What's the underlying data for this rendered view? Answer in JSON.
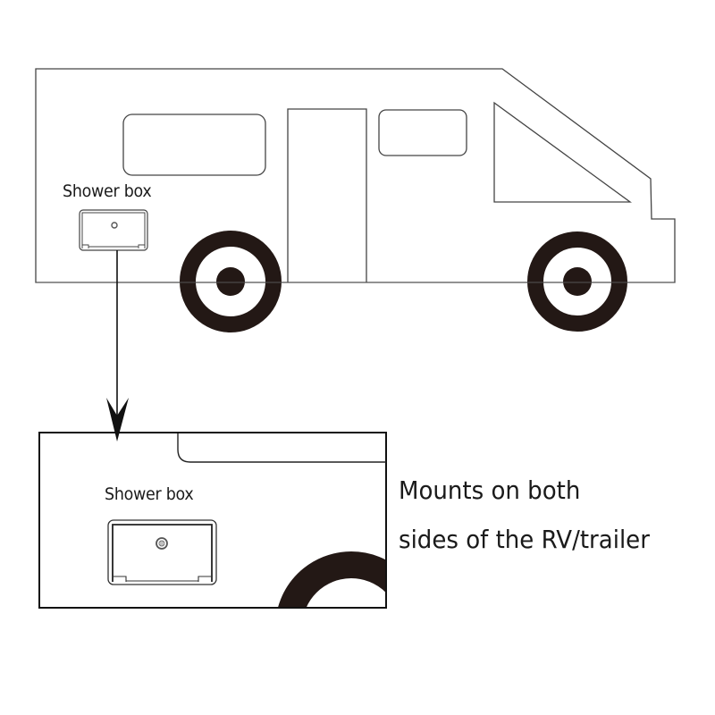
{
  "rv_label": "Shower box",
  "detail_label": "Shower box",
  "caption": {
    "line1": "Mounts on both",
    "line2": "sides of the RV/trailer"
  },
  "colors": {
    "outline": "#444444",
    "wheel": "#231815",
    "detail_border": "#111111",
    "text": "#1a1a1a",
    "background": "#ffffff"
  },
  "icons": {
    "arrow": "down-arrow",
    "lock": "key-lock"
  }
}
